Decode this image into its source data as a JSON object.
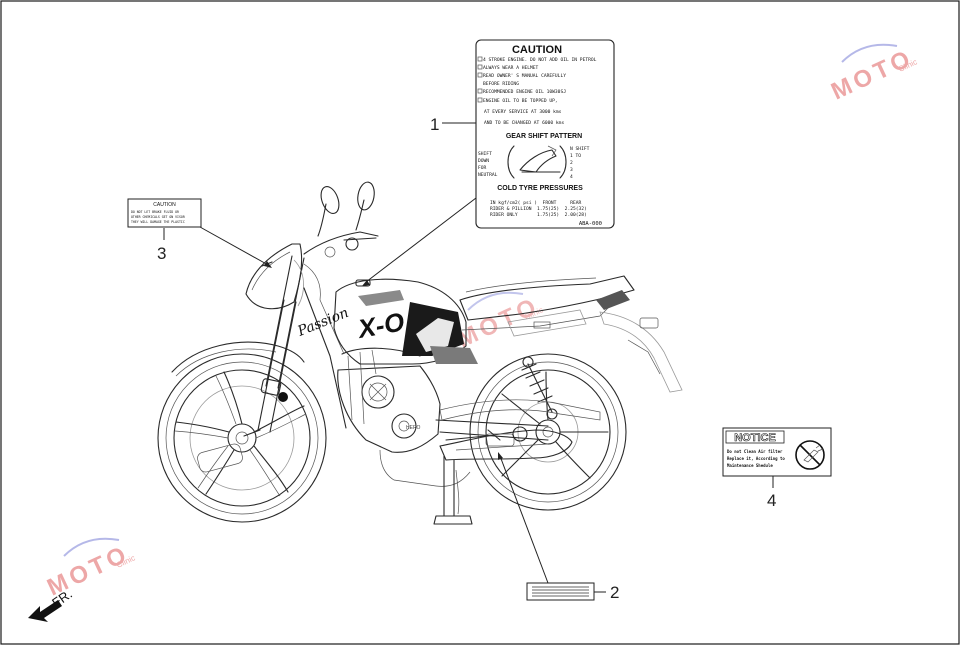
{
  "callouts": [
    "1",
    "2",
    "3",
    "4"
  ],
  "direction_label": "FR.",
  "caution_label": {
    "title": "CAUTION",
    "lines": [
      "4 STROKE ENGINE. DO NOT ADD OIL IN PETROL",
      "ALWAYS WEAR A HELMET",
      "READ OWNER' S MANUAL CAREFULLY",
      "BEFORE RIDING",
      "RECOMMENDED ENGINE OIL 10W30SJ",
      "ENGINE OIL TO BE TOPPED UP,",
      "AT EVERY SERVICE AT 3000 kms",
      "AND TO BE CHANGED AT 6000 kms"
    ],
    "gear_title": "GEAR SHIFT PATTERN",
    "gear_left": [
      "SHIFT",
      "DOWN",
      "FOR",
      "NEUTRAL"
    ],
    "gear_right": [
      "N SHIFT",
      "1 TO",
      "2",
      "3",
      "4"
    ],
    "tyre_title": "COLD TYRE PRESSURES",
    "tyre_rows": [
      "IN kgf/cm2( psi )  FRONT     REAR",
      "RIDER & PILLION  1.75(25)  2.25(32)",
      "RIDER ONLY       1.75(25)  2.00(28)"
    ],
    "code": "ABA-000"
  },
  "visor_label": {
    "title": "CAUTION",
    "lines": [
      "DO NOT LET BRAKE FLUID OR",
      "OTHER CHEMICALS GET ON VISOR",
      "THEY WILL DAMAGE THE PLASTIC"
    ]
  },
  "notice_label": {
    "title": "NOTICE",
    "lines": [
      "Do not Clean Air filter",
      "Replace it, According to",
      "Maintenance Shedule"
    ]
  },
  "tank_logo": "Passion",
  "tank_graphic": "X-O",
  "watermark": "MOTO",
  "watermark_sub": "Clinic"
}
